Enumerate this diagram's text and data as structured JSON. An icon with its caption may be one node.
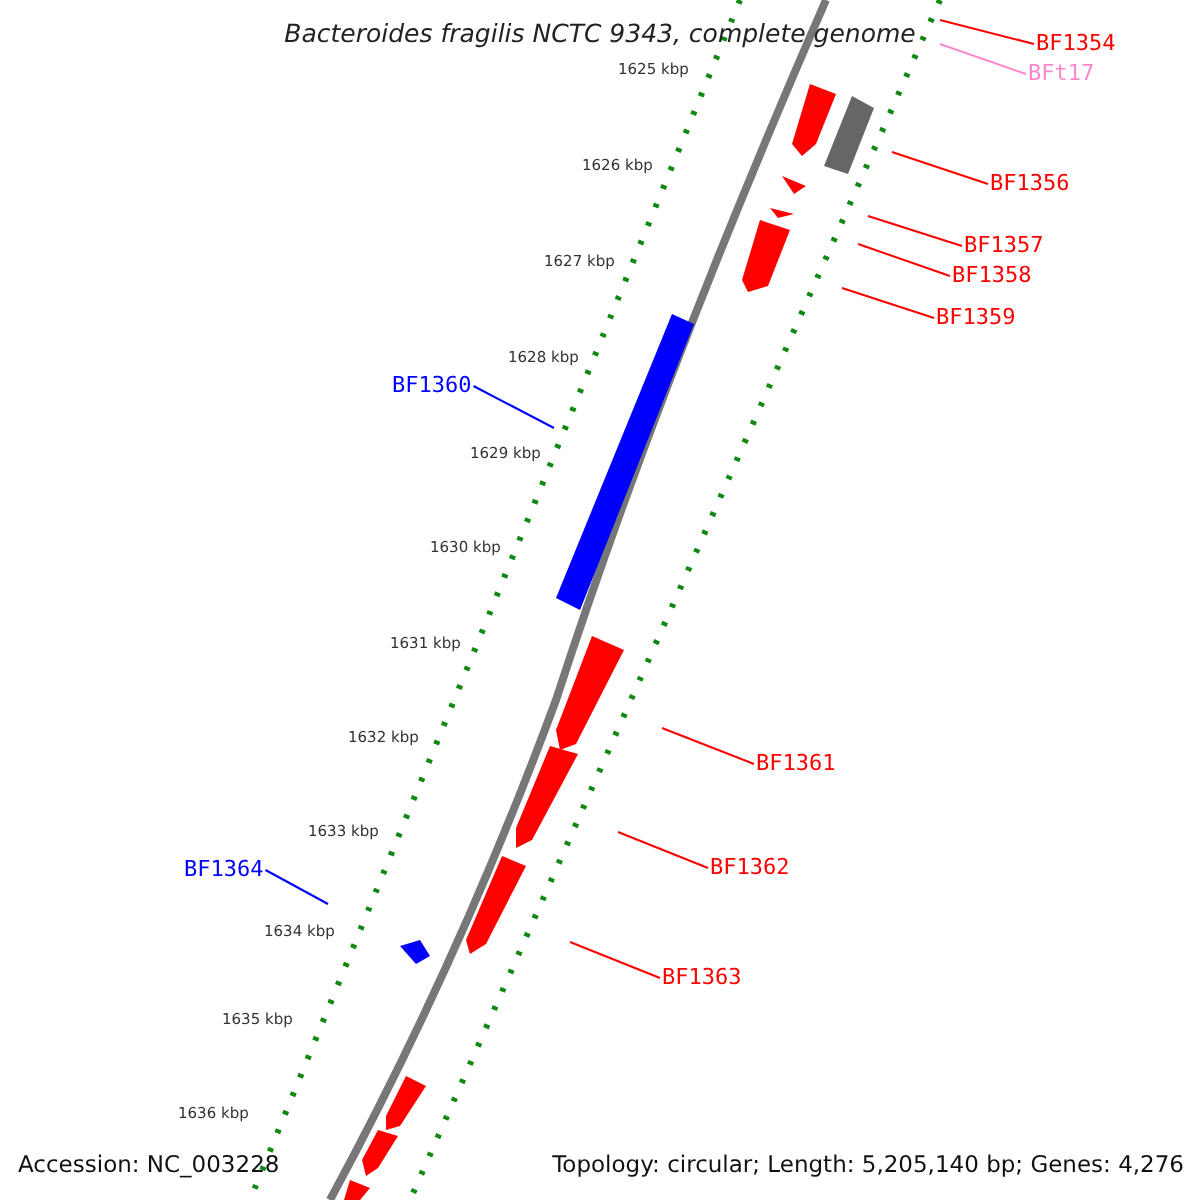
{
  "diagram": {
    "title": "Bacteroides fragilis NCTC 9343, complete genome",
    "nodes": [
      {
        "text": [
          "BF1354"
        ]
      },
      {
        "text": [
          "BFt17"
        ]
      },
      {
        "text": [
          "BF1356"
        ]
      },
      {
        "text": [
          "BF1357"
        ]
      },
      {
        "text": [
          "BF1358"
        ]
      },
      {
        "text": [
          "BF1359"
        ]
      },
      {
        "text": [
          "BF1360"
        ]
      },
      {
        "text": [
          "BF1361"
        ]
      },
      {
        "text": [
          "BF1362"
        ]
      },
      {
        "text": [
          "BF1363"
        ]
      },
      {
        "text": [
          "BF1364"
        ]
      }
    ],
    "edges": [
      {
        "from": 0,
        "to": null,
        "arrow": "none"
      },
      {
        "from": 1,
        "to": null,
        "arrow": "none",
        "color": "#ff88cc"
      },
      {
        "from": 2,
        "to": null,
        "arrow": "none"
      },
      {
        "from": 3,
        "to": null,
        "arrow": "none"
      },
      {
        "from": 4,
        "to": null,
        "arrow": "none"
      },
      {
        "from": 5,
        "to": null,
        "arrow": "none"
      },
      {
        "from": 6,
        "to": null,
        "arrow": "none",
        "color": "#0000ff"
      },
      {
        "from": 7,
        "to": null,
        "arrow": "none"
      },
      {
        "from": 8,
        "to": null,
        "arrow": "none"
      },
      {
        "from": 9,
        "to": null,
        "arrow": "none"
      },
      {
        "from": 10,
        "to": null,
        "arrow": "none",
        "color": "#0000ff"
      }
    ],
    "labels": [
      "1625 kbp",
      "1626 kbp",
      "1627 kbp",
      "1628 kbp",
      "1629 kbp",
      "1630 kbp",
      "1631 kbp",
      "1632 kbp",
      "1633 kbp",
      "1634 kbp",
      "1635 kbp",
      "1636 kbp",
      "Accession: NC_003228",
      "Topology: circular; Length: 5,205,140 bp; Genes: 4,276"
    ]
  }
}
